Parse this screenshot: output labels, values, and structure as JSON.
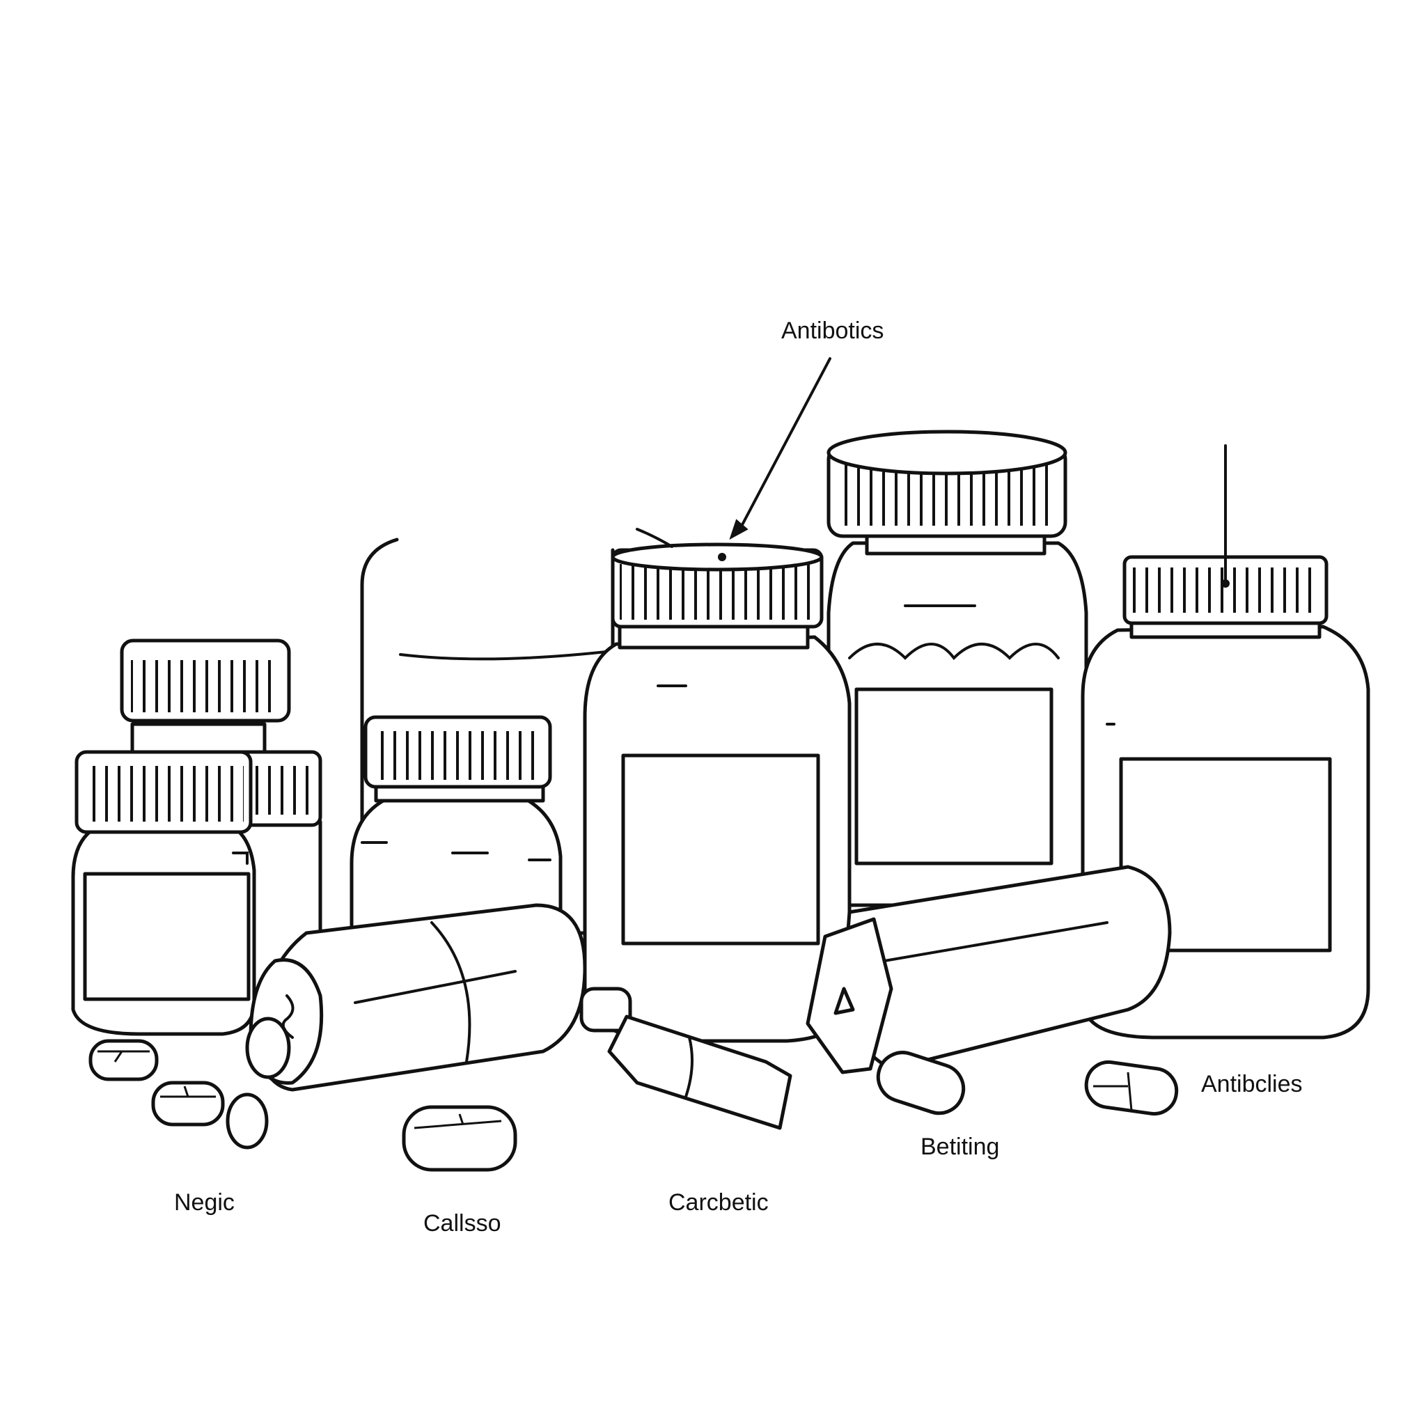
{
  "labels": {
    "top": "Antibotics",
    "right": "Antibclies",
    "betiting": "Betiting",
    "negic": "Negic",
    "callsso": "Callsso",
    "carcbetic": "Carcbetic"
  },
  "colors": {
    "ink": "#111111",
    "background": "#ffffff"
  }
}
